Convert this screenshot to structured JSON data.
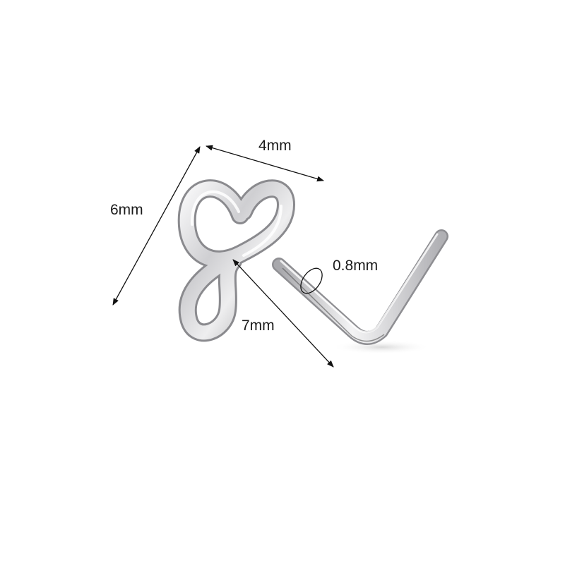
{
  "product": {
    "name": "heart-l-shaped-nose-stud",
    "metal_color": "#c8c8ca"
  },
  "dimensions": {
    "height": "6mm",
    "width": "4mm",
    "post_length": "7mm",
    "gauge": "0.8mm"
  }
}
